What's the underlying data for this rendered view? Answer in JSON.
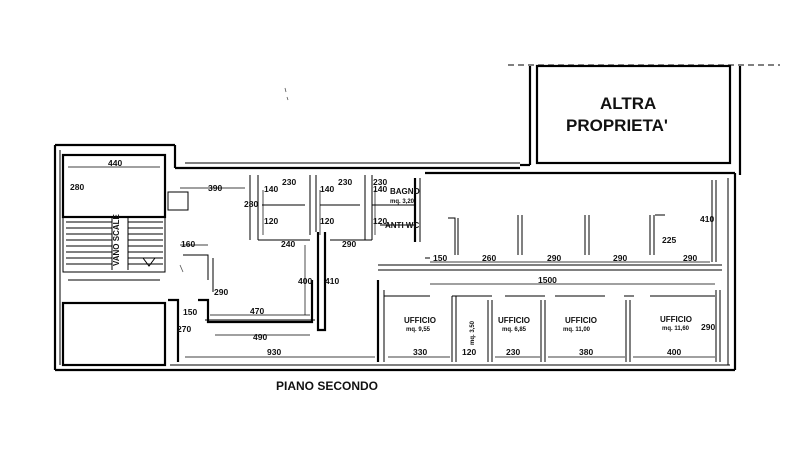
{
  "labels": {
    "altra_line1": "ALTRA",
    "altra_line2": "PROPRIETA'",
    "floor_title": "PIANO SECONDO",
    "stair": "VANO SCALE",
    "bagno": "BAGNO",
    "bagno_area": "mq. 3,20",
    "antiwc": "ANTI WC",
    "office1": "UFFICIO",
    "office1_area": "mq. 9,55",
    "office2": "UFFICIO",
    "office2_area": "mq. 6,85",
    "office3": "UFFICIO",
    "office3_area": "mq. 11,00",
    "office4": "UFFICIO",
    "office4_area": "mq. 11,60",
    "storage_area": "mq. 3,50"
  },
  "dimensions": {
    "d440": "440",
    "d280a": "280",
    "d390": "390",
    "d140a": "140",
    "d230a": "230",
    "d140b": "140",
    "d230b": "230",
    "d140c": "140",
    "d230c": "230",
    "d280b": "280",
    "d120a": "120",
    "d120b": "120",
    "d120c": "120",
    "d240": "240",
    "d290a": "290",
    "d410a": "410",
    "d160": "160",
    "d225": "225",
    "d150a": "150",
    "d260": "260",
    "d290b": "290",
    "d290c": "290",
    "d290d": "290",
    "d400a": "400",
    "d410b": "410",
    "d1500": "1500",
    "d290e": "290",
    "d470": "470",
    "d150b": "150",
    "d270": "270",
    "d490": "490",
    "d930": "930",
    "d330": "330",
    "d120d": "120",
    "d230d": "230",
    "d380": "380",
    "d400b": "400",
    "d290f": "290"
  }
}
